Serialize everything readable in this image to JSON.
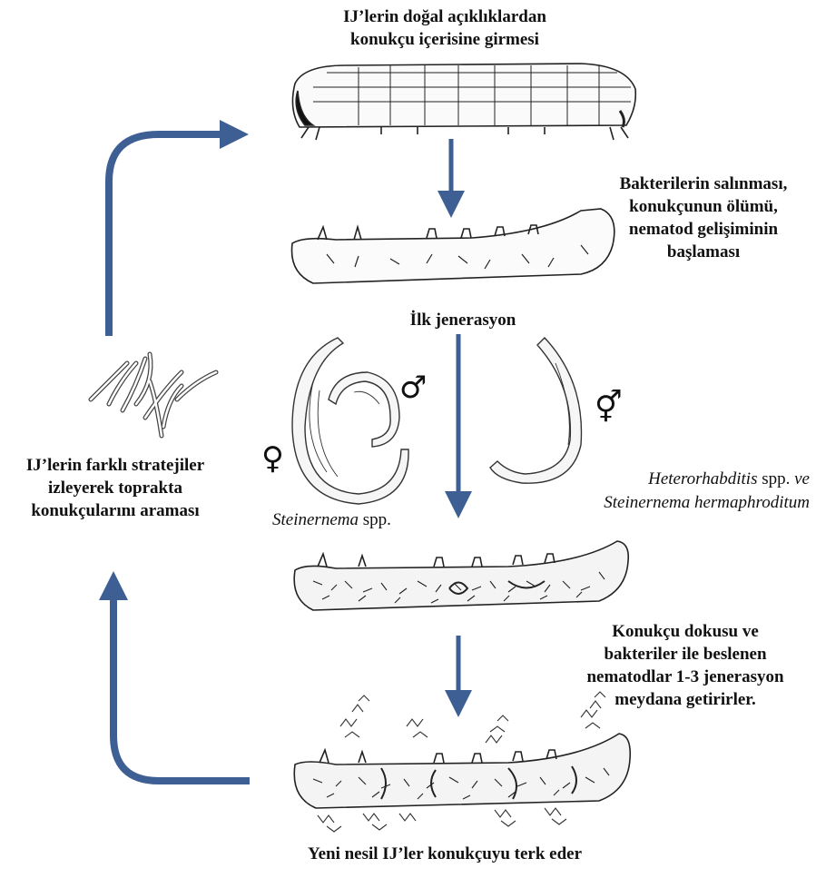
{
  "labels": {
    "entry": "IJ’lerin doğal açıklıklardan\nkonukçu içerisine girmesi",
    "bacteria_release": "Bakterilerin salınması,\nkonukçunun ölümü,\nnematod gelişiminin\nbaşlaması",
    "first_generation": "İlk jenerasyon",
    "search": "IJ’lerin farklı stratejiler\nizleyerek toprakta\nkonukçularını  araması",
    "steinernema": "Steinernema",
    "steinernema_suffix": " spp.",
    "hetero_line1_ital": "Heterorhabditis",
    "hetero_line1_rest": " spp. ",
    "hetero_line1_ve": "ve",
    "hetero_line2": "Steinernema hermaphroditum",
    "feeding": "Konukçu dokusu ve\nbakteriler ile beslenen\nnematodlar 1-3 jenerasyon\nmeydana getirirler.",
    "exit": "Yeni nesil IJ’ler konukçuyu terk eder"
  },
  "symbols": {
    "female": "♀",
    "male": "♂",
    "hermaphrodite": "⚥"
  },
  "colors": {
    "arrow": "#3d5f93",
    "ink": "#111111"
  }
}
